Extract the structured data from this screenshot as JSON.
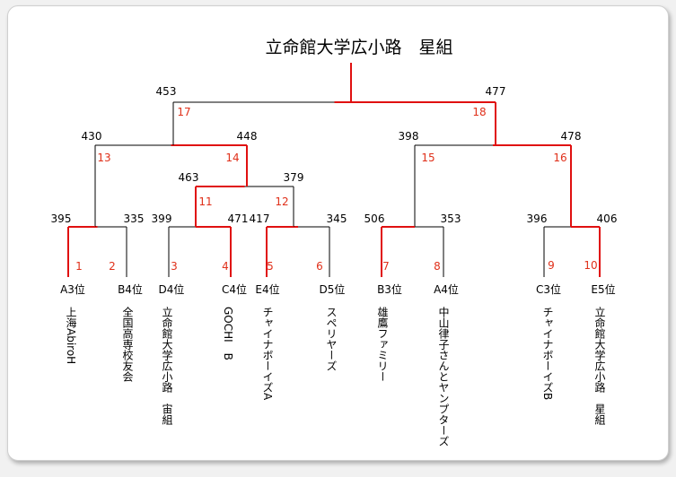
{
  "title": "立命館大学広小路　星組",
  "colors": {
    "winner": "#e01010",
    "loser": "#000000",
    "match_number": "#e0301a"
  },
  "teams": [
    {
      "seed": "A3位",
      "name": "上海AbiroH"
    },
    {
      "seed": "B4位",
      "name": "全国高専校友会"
    },
    {
      "seed": "D4位",
      "name": "立命館大学広小路　宙組"
    },
    {
      "seed": "C4位",
      "name": "GOCHI　B"
    },
    {
      "seed": "E4位",
      "name": "チャイナボーイズA"
    },
    {
      "seed": "D5位",
      "name": "スペリヤーズ"
    },
    {
      "seed": "B3位",
      "name": "雄鷹ファミリー"
    },
    {
      "seed": "A4位",
      "name": "中山律子さんとヤンプターズ"
    },
    {
      "seed": "C3位",
      "name": "チャイナボーイズB"
    },
    {
      "seed": "E5位",
      "name": "立命館大学広小路　星組"
    }
  ],
  "matches": [
    {
      "number": "1",
      "score_left": "395",
      "score_right": "335",
      "winner": "left"
    },
    {
      "number": "2",
      "score_left": "399",
      "score_right": "471",
      "winner": "right"
    },
    {
      "number": "3",
      "score_left": "417",
      "score_right": "345",
      "winner": "left"
    },
    {
      "number": "4",
      "score_left": "506",
      "score_right": "353",
      "winner": "left"
    },
    {
      "number": "5",
      "score_left": "396",
      "score_right": "406",
      "winner": "right"
    },
    {
      "number": "6",
      "score_left": "463",
      "score_right": "379",
      "winner": "left"
    },
    {
      "number": "7",
      "score_left": "430",
      "score_right": "448",
      "winner": "right"
    },
    {
      "number": "8",
      "score_left": "398",
      "score_right": "478",
      "winner": "right"
    },
    {
      "number": "9",
      "score_left": "453",
      "score_right": "477",
      "winner": "right"
    }
  ],
  "match_labels": [
    "1",
    "2",
    "3",
    "4",
    "5",
    "6",
    "7",
    "8",
    "9",
    "10",
    "11",
    "12",
    "13",
    "14",
    "15",
    "16",
    "17",
    "18"
  ]
}
